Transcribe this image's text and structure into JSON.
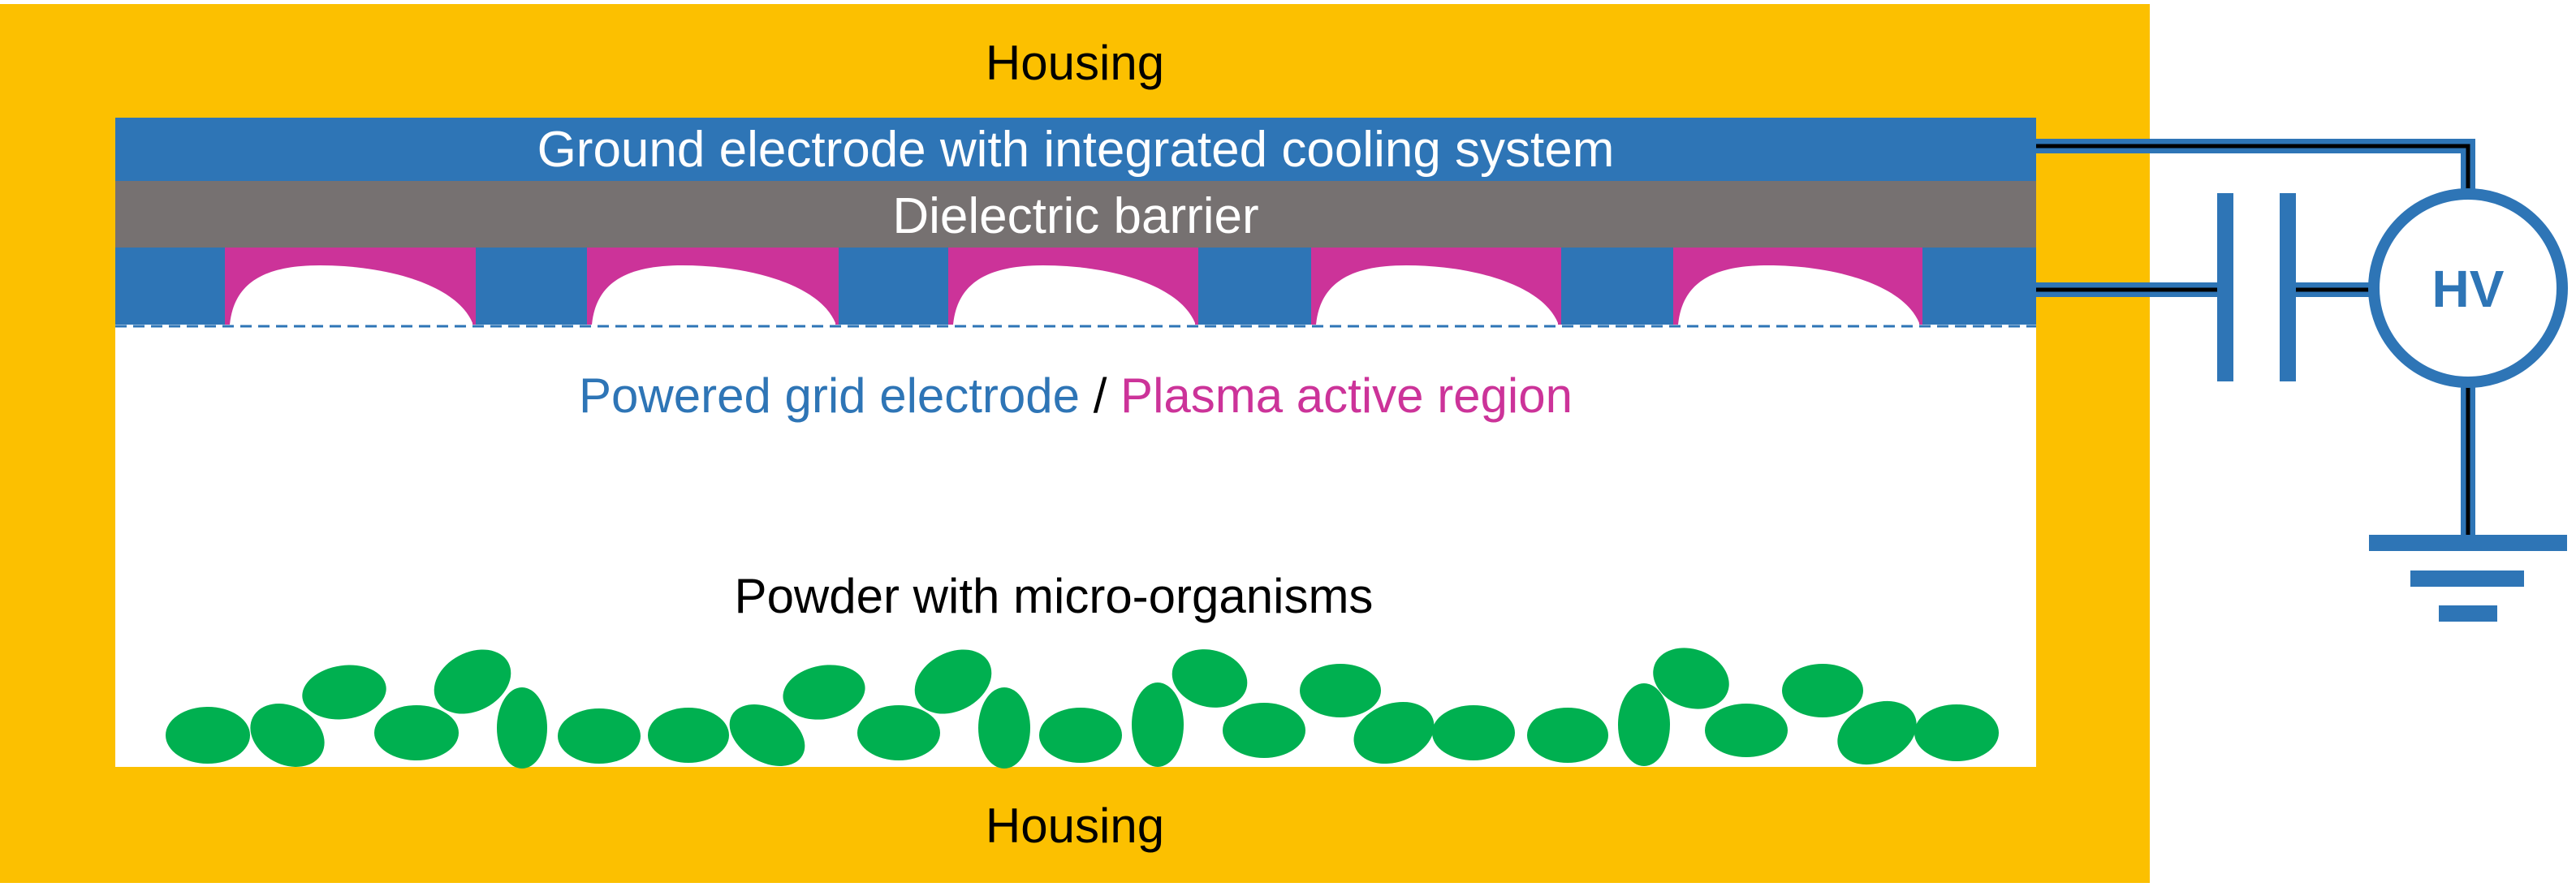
{
  "colors": {
    "housing": "#fcc000",
    "electrode_blue": "#2e75b6",
    "dielectric_gray": "#767171",
    "plasma_magenta": "#cc3399",
    "particle_green": "#00b050",
    "wire_black": "#000000",
    "white": "#ffffff"
  },
  "labels": {
    "housing_top": "Housing",
    "housing_bottom": "Housing",
    "ground_electrode": "Ground electrode with integrated cooling system",
    "dielectric": "Dielectric barrier",
    "grid_part1": "Powered grid electrode",
    "grid_separator": " / ",
    "grid_part2": "Plasma active region",
    "powder": "Powder with micro-organisms",
    "hv": "HV"
  },
  "icons": {
    "power_supply": "hv-source-icon",
    "capacitor": "capacitor-icon",
    "ground": "ground-symbol-icon"
  }
}
